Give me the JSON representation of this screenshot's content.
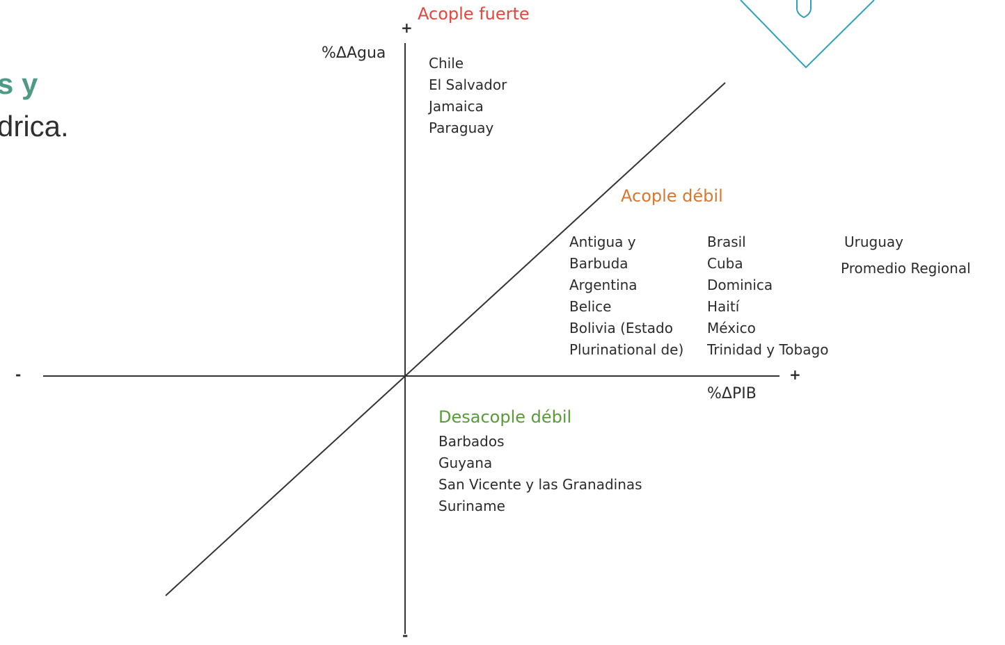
{
  "slide": {
    "side_text_green": "s y",
    "side_text_dark": "drica."
  },
  "diagram": {
    "y_axis_label": "%ΔAgua",
    "x_axis_label": "%ΔPIB",
    "y_plus": "+",
    "y_minus": "-",
    "x_plus": "+",
    "x_minus": "-",
    "strong_coupling": {
      "title": "Acople fuerte",
      "countries": [
        "Chile",
        "El Salvador",
        "Jamaica",
        "Paraguay"
      ]
    },
    "weak_coupling": {
      "title": "Acople débil",
      "col1": [
        "Antigua y",
        "Barbuda",
        "Argentina",
        "Belice",
        "Bolivia (Estado",
        "Plurinational de)"
      ],
      "col2": [
        "Brasil",
        "Cuba",
        "Dominica",
        "Haití",
        "México",
        "Trinidad y Tobago"
      ],
      "col3": [
        "Uruguay",
        "Promedio Regional"
      ]
    },
    "weak_decoupling": {
      "title": "Desacople débil",
      "countries": [
        "Barbados",
        "Guyana",
        "San Vicente y las Granadinas",
        "Suriname"
      ]
    }
  },
  "colors": {
    "strong": "#e8453c",
    "weak": "#d8772f",
    "decoupling": "#5a9a3a",
    "side_accent": "#4f9a86",
    "deco_outline": "#2aa3b8"
  },
  "icons": [
    "diamond-outline-icon",
    "shield-outline-icon"
  ]
}
